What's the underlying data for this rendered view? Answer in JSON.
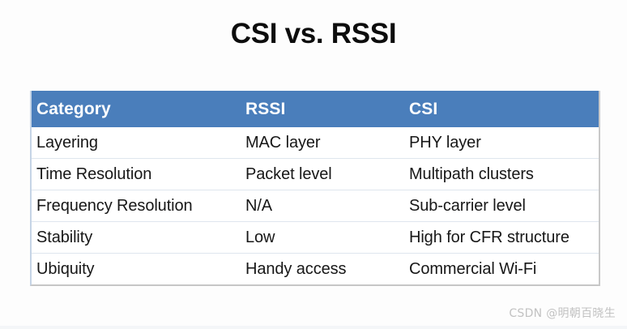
{
  "slide": {
    "title": "CSI vs. RSSI",
    "background_color": "#fdfdfd"
  },
  "table": {
    "header_bg_color": "#4a7ebb",
    "header_text_color": "#ffffff",
    "row_divider_color": "#dfe6ee",
    "columns": [
      "Category",
      "RSSI",
      "CSI"
    ],
    "rows": [
      {
        "category": "Layering",
        "rssi": "MAC layer",
        "csi": "PHY layer"
      },
      {
        "category": "Time Resolution",
        "rssi": "Packet level",
        "csi": "Multipath clusters"
      },
      {
        "category": "Frequency Resolution",
        "rssi": "N/A",
        "csi": "Sub-carrier level"
      },
      {
        "category": "Stability",
        "rssi": "Low",
        "csi": "High for CFR structure"
      },
      {
        "category": "Ubiquity",
        "rssi": "Handy access",
        "csi": "Commercial Wi-Fi"
      }
    ]
  },
  "watermark": {
    "text": "CSDN @明朝百晓生",
    "color": "#c2c2c2"
  }
}
